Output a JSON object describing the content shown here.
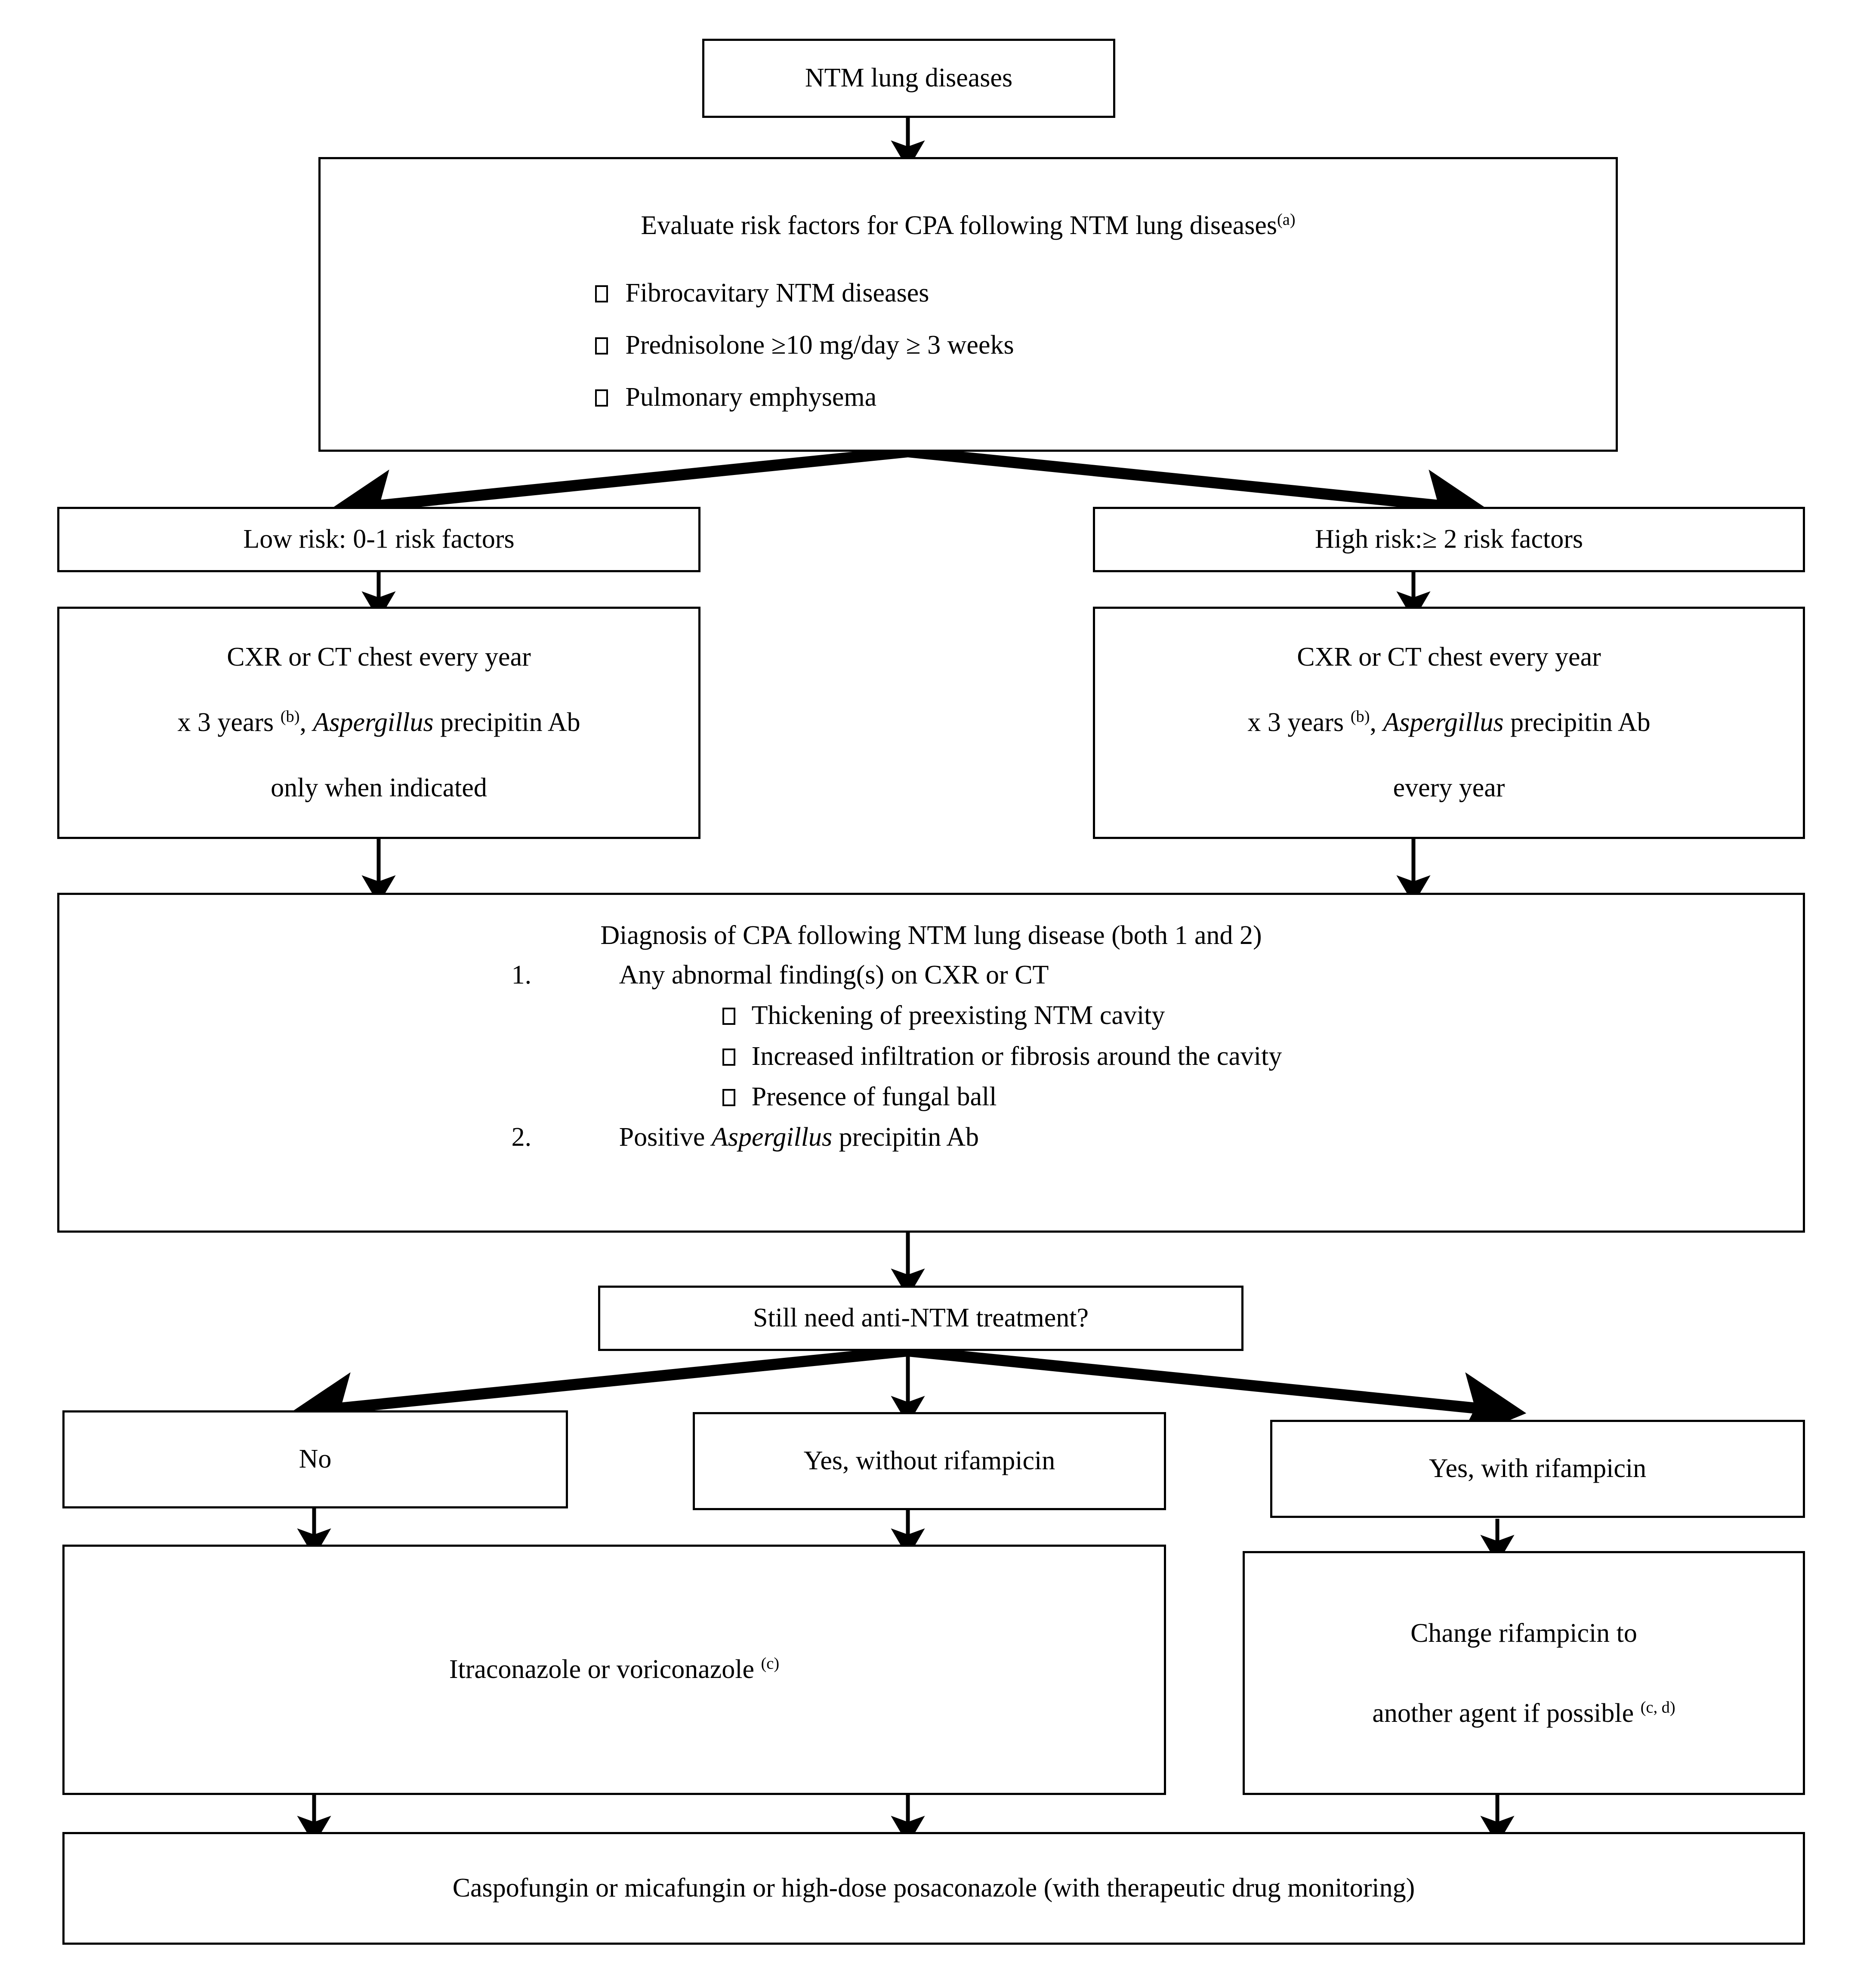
{
  "diagram": {
    "title": "CPA following NTM lung diseases algorithm",
    "type": "flowchart",
    "nodes": {
      "start": {
        "label": "NTM lung diseases"
      },
      "evaluate": {
        "heading": "Evaluate risk factors for CPA following NTM lung diseases",
        "heading_note": "(a)",
        "risk_factors": [
          "Fibrocavitary NTM diseases",
          "Prednisolone ≥10 mg/day ≥ 3 weeks",
          "Pulmonary emphysema"
        ]
      },
      "low_risk": {
        "label": "Low risk: 0-1 risk factors"
      },
      "high_risk": {
        "label": "High risk:≥ 2 risk factors"
      },
      "low_followup": {
        "line1": "CXR or CT chest every year",
        "line2_a": "x 3 years ",
        "line2_note": "(b)",
        "line2_b": ", ",
        "line2_italic": "Aspergillus",
        "line2_c": " precipitin Ab",
        "line3": "only when indicated"
      },
      "high_followup": {
        "line1": "CXR or CT chest every year",
        "line2_a": "x 3 years ",
        "line2_note": "(b)",
        "line2_b": ", ",
        "line2_italic": "Aspergillus",
        "line2_c": " precipitin Ab",
        "line3": "every year"
      },
      "diagnosis": {
        "heading": "Diagnosis of CPA following NTM lung disease (both 1 and 2)",
        "item1_num": "1.",
        "item1_text": "Any abnormal finding(s) on CXR or CT",
        "item1_subitems": [
          "Thickening of preexisting NTM cavity",
          "Increased infiltration or fibrosis around the cavity",
          "Presence of fungal ball"
        ],
        "item2_num": "2.",
        "item2_pre": "Positive ",
        "item2_italic": "Aspergillus",
        "item2_post": " precipitin Ab"
      },
      "question": {
        "label": "Still need anti-NTM treatment?"
      },
      "answer_no": {
        "label": "No"
      },
      "answer_yes_without": {
        "label": "Yes, without rifampicin"
      },
      "answer_yes_with": {
        "label": "Yes, with rifampicin"
      },
      "azole": {
        "text": "Itraconazole or voriconazole ",
        "note": "(c)"
      },
      "change_rifampicin": {
        "line1": "Change rifampicin to",
        "line2": "another agent if possible ",
        "line2_note": "(c, d)"
      },
      "salvage": {
        "label": "Caspofungin or micafungin or high-dose posaconazole (with therapeutic drug monitoring)"
      }
    },
    "colors": {
      "stroke": "#000000",
      "background": "#ffffff",
      "text": "#000000"
    }
  }
}
